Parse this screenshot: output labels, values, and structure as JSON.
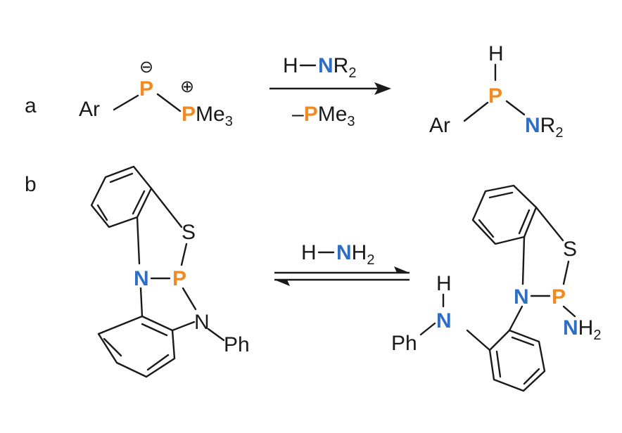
{
  "colors": {
    "phosphorus": "#f08a24",
    "nitrogen": "#2e6fc4",
    "text": "#1a1a1a"
  },
  "panel_a": {
    "label": "a",
    "reactant": {
      "ar": "Ar",
      "p1": "P",
      "p2": "P",
      "me": "Me",
      "me_sub": "3",
      "charge_minus": "⊖",
      "charge_plus": "⊕"
    },
    "reagent": {
      "h": "H",
      "n": "N",
      "r": "R",
      "r_sub": "2"
    },
    "byproduct": {
      "dash": "–",
      "p": "P",
      "me": "Me",
      "me_sub": "3"
    },
    "product": {
      "h": "H",
      "p": "P",
      "ar": "Ar",
      "n": "N",
      "r": "R",
      "r_sub": "2"
    }
  },
  "panel_b": {
    "label": "b",
    "reactant": {
      "s": "S",
      "n_ring": "N",
      "p": "P",
      "n_exo": "N",
      "ph": "Ph"
    },
    "reagent": {
      "h": "H",
      "n": "N",
      "h2": "H",
      "h2_sub": "2"
    },
    "product": {
      "s": "S",
      "n_ring": "N",
      "p": "P",
      "nh2_n": "N",
      "nh2_h": "H",
      "nh2_sub": "2",
      "amine_h": "H",
      "amine_n": "N",
      "ph": "Ph"
    }
  }
}
